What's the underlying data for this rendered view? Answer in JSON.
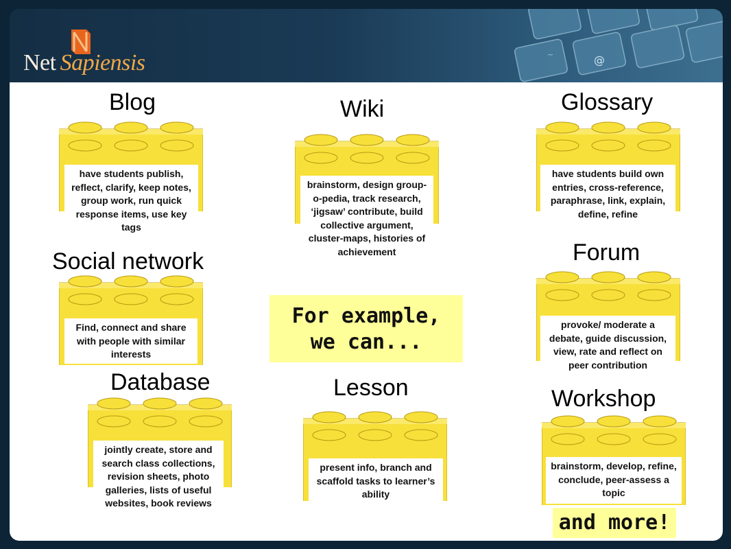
{
  "header": {
    "brand_part1": "Net",
    "brand_part2": "Sapiensis",
    "logo_icon": "ns-monogram-icon"
  },
  "colors": {
    "brick_fill": "#f7e03a",
    "brick_shadow": "#d9b820",
    "callout_bg": "#ffff99",
    "header_bg": "#142e44"
  },
  "tools": {
    "blog": {
      "title": "Blog",
      "description": "have students publish, reflect, clarify, keep notes, group work, run quick response items, use key tags"
    },
    "wiki": {
      "title": "Wiki",
      "description": "brainstorm, design group-o-pedia, track research, ‘jigsaw’ contribute, build collective argument, cluster-maps, histories of achievement"
    },
    "glossary": {
      "title": "Glossary",
      "description": "have students build own entries, cross-reference, paraphrase, link, explain, define, refine"
    },
    "social": {
      "title": "Social network",
      "description": "Find, connect and share with people with similar interests"
    },
    "forum": {
      "title": "Forum",
      "description": "provoke/ moderate a debate, guide discussion, view, rate and reflect on peer contribution"
    },
    "database": {
      "title": "Database",
      "description": "jointly create, store and search class collections, revision sheets, photo galleries, lists of useful websites, book reviews"
    },
    "lesson": {
      "title": "Lesson",
      "description": "present info, branch and scaffold tasks to learner’s ability"
    },
    "workshop": {
      "title": "Workshop",
      "description": "brainstorm, develop, refine, conclude, peer-assess a topic"
    }
  },
  "callouts": {
    "example_line1": "For example,",
    "example_line2": "we can...",
    "more": "and more!"
  }
}
